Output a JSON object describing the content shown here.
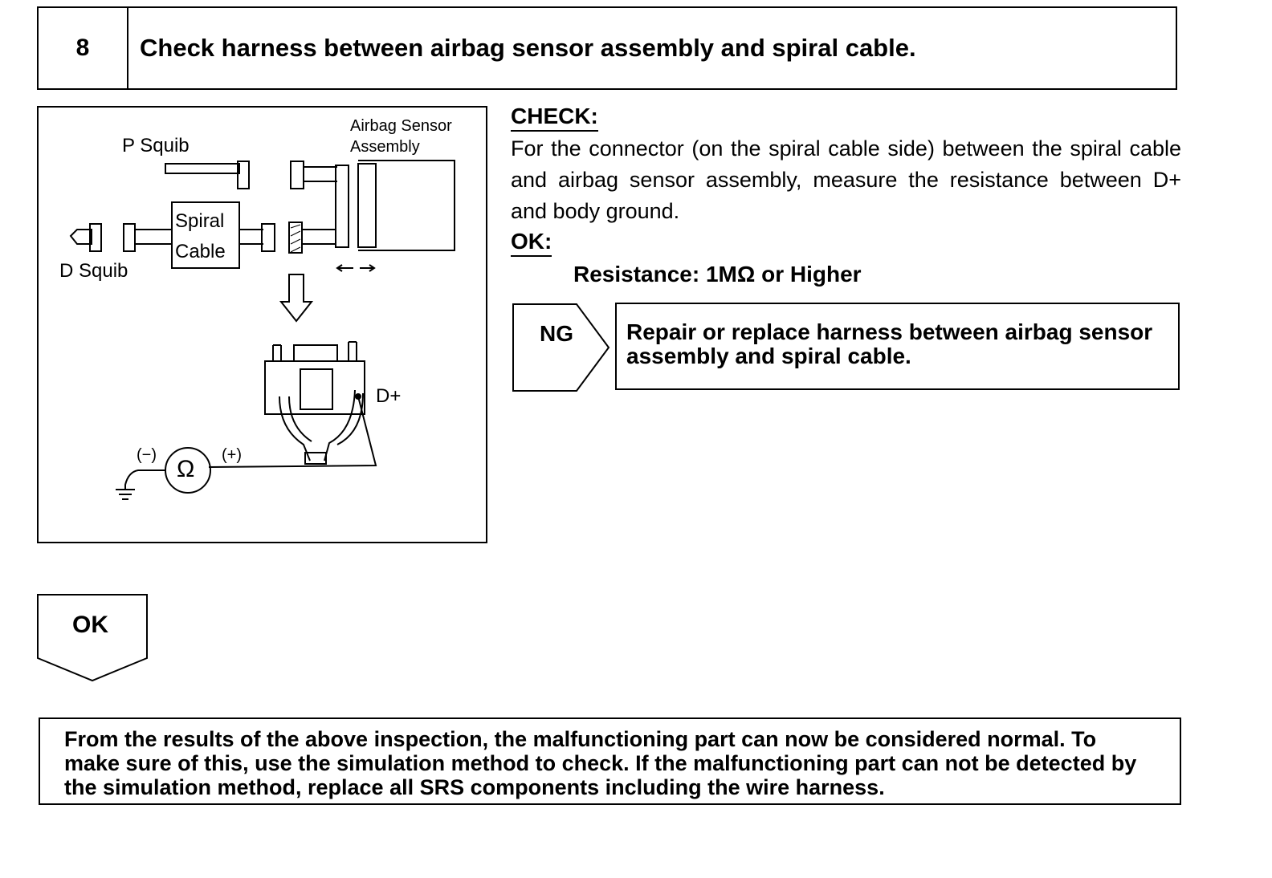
{
  "step": {
    "number": "8",
    "title": "Check harness between airbag sensor assembly and spiral cable."
  },
  "figure": {
    "p_squib": "P Squib",
    "d_squib": "D Squib",
    "airbag_sensor": "Airbag Sensor",
    "assembly": "Assembly",
    "spiral": "Spiral",
    "cable": "Cable",
    "d_plus": "D+",
    "minus": "(−)",
    "plus": "(+)",
    "ohm": "Ω"
  },
  "check": {
    "heading": "CHECK:",
    "body": "For the connector (on the spiral cable side) between the spiral cable and airbag sensor assembly, measure the resistance be­tween D+ and body ground."
  },
  "ok_spec": {
    "heading": "OK:",
    "spec": "Resistance:  1MΩ or Higher"
  },
  "ng": {
    "label": "NG",
    "action": "Repair or replace harness between airbag sen­sor assembly and spiral cable."
  },
  "ok_next": {
    "label": "OK"
  },
  "result": {
    "text": "From the results of the above inspection, the malfunctioning part can now be considered normal. To make sure of this, use the simulation method to check. If the malfunctioning part can not be detected by the simulation method, replace all SRS components including the wire harness."
  }
}
